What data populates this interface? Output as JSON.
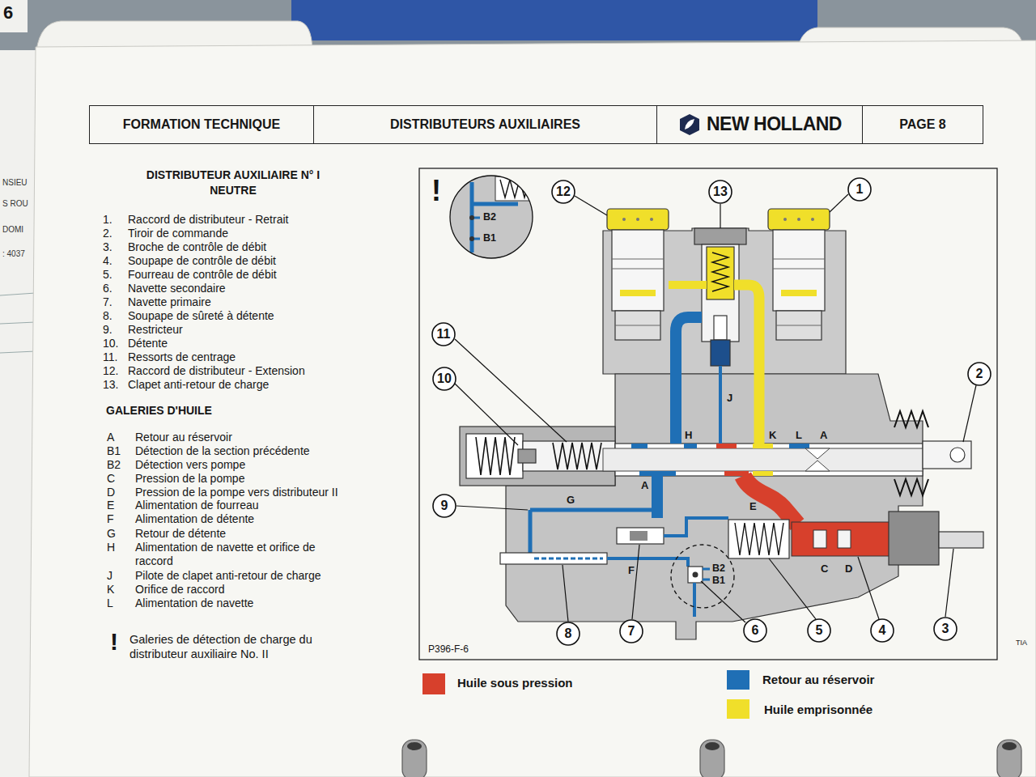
{
  "diagram": {
    "title": "DISTRIBUTEUR AUXILIAIRE N° I NEUTRE",
    "nodes": [
      {
        "text": [
          "FORMATION TECHNIQUE"
        ]
      },
      {
        "text": [
          "DISTRIBUTEURS AUXILIAIRES"
        ]
      },
      {
        "text": [
          "NEW HOLLAND"
        ]
      },
      {
        "text": [
          "PAGE 8"
        ]
      },
      {
        "text": [
          "B2",
          "B1"
        ]
      },
      {
        "text": [
          "12"
        ]
      },
      {
        "text": [
          "13"
        ]
      },
      {
        "text": [
          "1"
        ]
      },
      {
        "text": [
          "11"
        ]
      },
      {
        "text": [
          "2"
        ]
      },
      {
        "text": [
          "10"
        ]
      },
      {
        "text": [
          "9"
        ]
      },
      {
        "text": [
          "B2",
          "B1"
        ]
      },
      {
        "text": [
          "8"
        ]
      },
      {
        "text": [
          "7"
        ]
      },
      {
        "text": [
          "6"
        ]
      },
      {
        "text": [
          "5"
        ]
      },
      {
        "text": [
          "4"
        ]
      },
      {
        "text": [
          "3"
        ]
      }
    ],
    "labels": [
      "6",
      "NSIEU",
      "S ROU",
      "DOMI",
      ": 4037",
      "1.",
      "Raccord de distributeur - Retrait",
      "2.",
      "Tiroir de commande",
      "3.",
      "Broche de contrôle de débit",
      "4.",
      "Soupape de contrôle de débit",
      "5.",
      "Fourreau de contrôle de débit",
      "6.",
      "Navette secondaire",
      "7.",
      "Navette primaire",
      "8.",
      "Soupape de sûreté à détente",
      "9.",
      "Restricteur",
      "10.",
      "Détente",
      "11.",
      "Ressorts de centrage",
      "12.",
      "Raccord de distributeur - Extension",
      "13.",
      "Clapet anti-retour de charge",
      "GALERIES D'HUILE",
      "A",
      "Retour au réservoir",
      "B1",
      "Détection de la section précédente",
      "B2",
      "Détection vers pompe",
      "C",
      "Pression de la pompe",
      "D",
      "Pression de la pompe vers distributeur II",
      "E",
      "Alimentation de fourreau",
      "F",
      "Alimentation de détente",
      "G",
      "Retour de détente",
      "H",
      "Alimentation de navette et orifice de raccord",
      "J",
      "Pilote de clapet anti-retour de charge",
      "K",
      "Orifice de raccord",
      "L",
      "Alimentation de navette",
      "!",
      "Galeries de détection de charge du distributeur auxiliaire No. II",
      "!",
      "J",
      "H",
      "K",
      "L",
      "A",
      "A",
      "G",
      "E",
      "F",
      "C",
      "D",
      "P396-F-6",
      "TIA"
    ],
    "legend": [
      {
        "text": "Huile sous pression",
        "color": "#d7402c"
      },
      {
        "text": "Retour au réservoir",
        "color": "#1f6fb5"
      },
      {
        "text": "Huile emprisonnée",
        "color": "#f0df2a"
      }
    ]
  }
}
